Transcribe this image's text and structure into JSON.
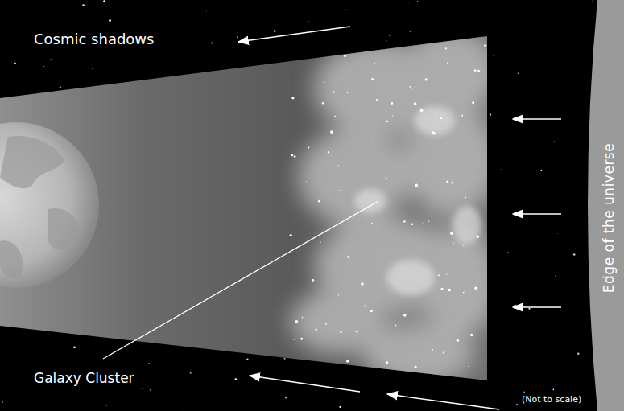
{
  "diagram": {
    "nodes": [
      {
        "text": [
          "Edge of the universe"
        ]
      }
    ],
    "labels": [
      "Cosmic shadows",
      "Galaxy Cluster",
      "(Not to scale)"
    ]
  }
}
